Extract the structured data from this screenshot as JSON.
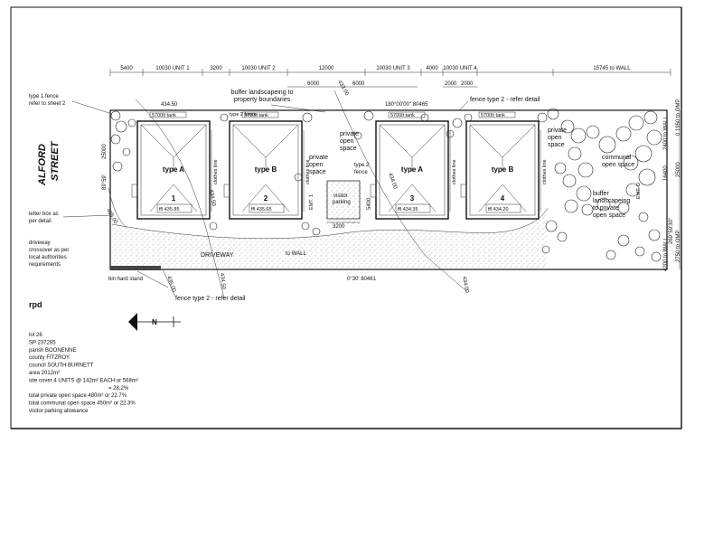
{
  "street": {
    "line1": "ALFORD",
    "line2": "STREET"
  },
  "dimensions": {
    "top": [
      "5400",
      "10030 UNIT 1",
      "3200",
      "10030 UNIT 2",
      "12000",
      "10030 UNIT 3",
      "4000",
      "10030 UNIT 4",
      "15745 to WALL"
    ],
    "sub": [
      "6000",
      "6000",
      "2000",
      "2000"
    ],
    "right": [
      "0 1950 to OMP",
      "2400 to WALL",
      "25000",
      "16400",
      "2750 to OMP",
      "4200 to WALL"
    ],
    "left": [
      "25000"
    ],
    "visitor_width": "3200",
    "visitor_depth": "5400"
  },
  "bearings": {
    "top_left": "434.50",
    "top_mid": "180°00'00\"  80465",
    "bottom_mid": "0°30'  80461",
    "right_side": "269°59'30\"",
    "left_side": "89°59'",
    "diag1": "435.00",
    "diag2": "435.00",
    "diag3": "434.00",
    "diag4": "433.00",
    "diag5": "434.00",
    "lvl1": "434.50",
    "lvl2": "434.50"
  },
  "annotations": {
    "type1_fence": "type 1 fence\nrefer to sheet 2",
    "buffer_top": "buffer landscapeing to\nproperty boundaries",
    "fence2_top": "fence type 2 - refer detail",
    "type2_fence_small": "type 2 fence",
    "tank": "5700lt tank",
    "private_open": "private\nopen\nspace",
    "type2_fence": "type 2\nfence",
    "visitor_parking": "visitor\nparking",
    "clothes_line": "clothes line",
    "to_wall": "to WALL",
    "communal": "communal\nopen space",
    "buffer_right": "buffer\nlandscapeing\nto private\nopen space",
    "letter_box": "letter box as\nper detail",
    "driveway_crossover": "driveway\ncrossover as per\nlocal authorities\nrequirements",
    "driveway": "DRIVEWAY",
    "bin_stand": "bin hard stand",
    "fence2_bottom": "fence type 2 - refer detail",
    "emt": "EMT. 1",
    "emt_d": "EMT. D",
    "north": "N",
    "rpd": "rpd"
  },
  "units": [
    {
      "type": "type A",
      "num": "1",
      "ffl": "ffl 435.85"
    },
    {
      "type": "type B",
      "num": "2",
      "ffl": "ffl 435.65"
    },
    {
      "type": "type A",
      "num": "3",
      "ffl": "ffl 434.35"
    },
    {
      "type": "type B",
      "num": "4",
      "ffl": "ffl 434.20"
    }
  ],
  "info": {
    "lines": [
      "lot  26",
      "SP  237285",
      "parish  BOONENNE",
      "county  FITZROY",
      "council  SOUTH BURNETT",
      "area 2012m²",
      "site cover 4 UNITS @ 142m² EACH or 568m²",
      "= 28.2%",
      "total private open space         480m² or 22.7%",
      "total communal open space     450m² or 22.3%",
      "visitor parking allowance"
    ]
  }
}
